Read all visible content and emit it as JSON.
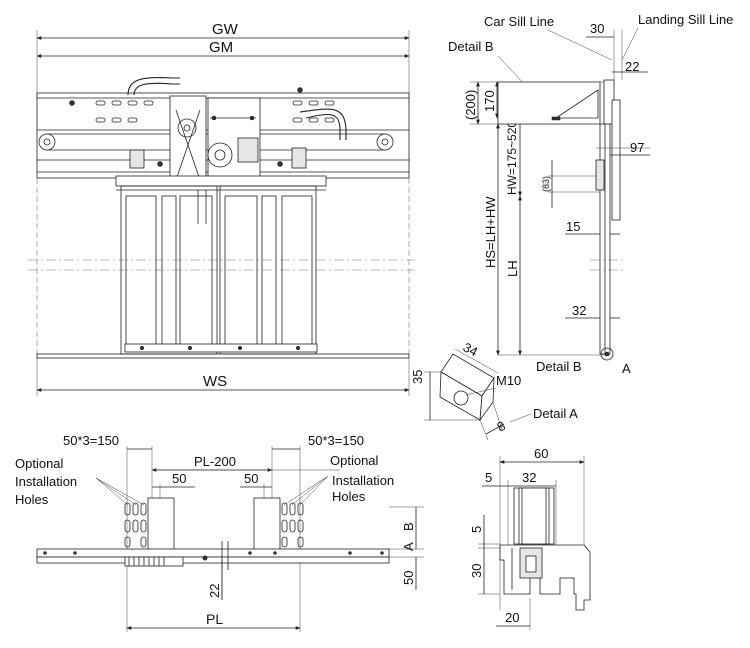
{
  "front_view": {
    "gw": "GW",
    "gm": "GM",
    "ws": "WS"
  },
  "side_view": {
    "car_sill_line": "Car Sill Line",
    "landing_sill_line": "Landing Sill Line",
    "dim_30": "30",
    "dim_22": "22",
    "detail_b_callout": "Detail B",
    "dim_200": "(200)",
    "dim_170": "170",
    "dim_hw": "HW=175~520",
    "dim_97": "97",
    "dim_83": "(83)",
    "dim_hs": "HS=LH+HW",
    "dim_15": "15",
    "dim_lh": "LH",
    "dim_32": "32",
    "detail_b_label": "Detail B",
    "detail_a_marker": "A"
  },
  "detail_a": {
    "title": "Detail A",
    "dim_34": "34",
    "dim_35": "35",
    "bolt": "M10",
    "dim_8": "8"
  },
  "bottom_view": {
    "pitch_left": "50*3=150",
    "pitch_right": "50*3=150",
    "optional_left_1": "Optional",
    "optional_left_2": "Installation",
    "optional_left_3": "Holes",
    "optional_right_1": "Optional",
    "optional_right_2": "Installation",
    "optional_right_3": "Holes",
    "pl_minus": "PL-200",
    "dim_50_left": "50",
    "dim_50_right": "50",
    "dim_22": "22",
    "pl": "PL",
    "marker_b": "B",
    "marker_a": "A",
    "dim_50_side": "50"
  },
  "detail_b": {
    "dim_60": "60",
    "dim_5_top": "5",
    "dim_32": "32",
    "dim_5_side": "5",
    "dim_30": "30",
    "dim_20": "20"
  }
}
